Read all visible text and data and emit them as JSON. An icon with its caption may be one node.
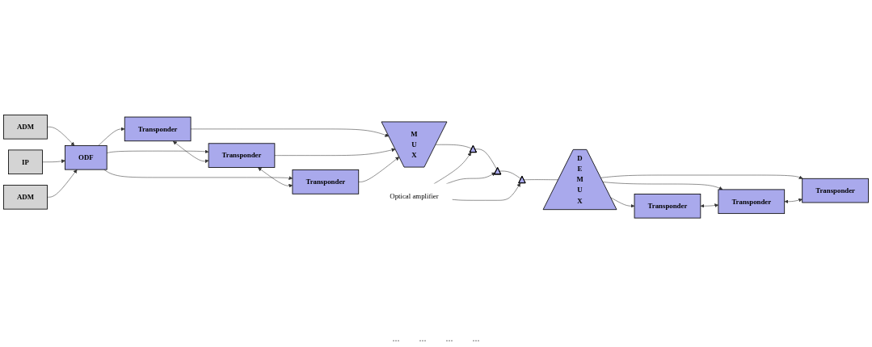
{
  "diagram": {
    "nodes": [
      {
        "text": [
          "ADM"
        ]
      },
      {
        "text": [
          "IP"
        ]
      },
      {
        "text": [
          "ADM"
        ]
      },
      {
        "text": [
          "ODF"
        ]
      },
      {
        "text": [
          "Transponder"
        ]
      },
      {
        "text": [
          "Transponder"
        ]
      },
      {
        "text": [
          "Transponder"
        ]
      },
      {
        "text": [
          "M U X"
        ]
      },
      {
        "text": [],
        "shape": "triangle"
      },
      {
        "text": [],
        "shape": "triangle"
      },
      {
        "text": [],
        "shape": "triangle"
      },
      {
        "text": [
          "D E M U X"
        ]
      },
      {
        "text": [
          "Transponder"
        ]
      },
      {
        "text": [
          "Transponder"
        ]
      },
      {
        "text": [
          "Transponder"
        ]
      },
      {
        "text": [
          "Optical amplifier"
        ]
      }
    ],
    "edges": [
      {
        "from": 0,
        "to": 3,
        "arrow": "to"
      },
      {
        "from": 1,
        "to": 3,
        "arrow": "to"
      },
      {
        "from": 2,
        "to": 3,
        "arrow": "to"
      },
      {
        "from": 3,
        "to": 4,
        "arrow": "to"
      },
      {
        "from": 3,
        "to": 5,
        "arrow": "to"
      },
      {
        "from": 3,
        "to": 6,
        "arrow": "to"
      },
      {
        "from": 4,
        "to": 5,
        "arrow": "both"
      },
      {
        "from": 5,
        "to": 6,
        "arrow": "both"
      },
      {
        "from": 4,
        "to": 7,
        "arrow": "to"
      },
      {
        "from": 5,
        "to": 7,
        "arrow": "to"
      },
      {
        "from": 6,
        "to": 7,
        "arrow": "to"
      },
      {
        "from": 7,
        "to": 8,
        "arrow": "none"
      },
      {
        "from": 8,
        "to": 9,
        "arrow": "none"
      },
      {
        "from": 9,
        "to": 10,
        "arrow": "none"
      },
      {
        "from": 10,
        "to": 11,
        "arrow": "none"
      },
      {
        "from": 11,
        "to": 12,
        "arrow": "to"
      },
      {
        "from": 11,
        "to": 13,
        "arrow": "to"
      },
      {
        "from": 11,
        "to": 14,
        "arrow": "to"
      },
      {
        "from": 12,
        "to": 13,
        "arrow": "both"
      },
      {
        "from": 13,
        "to": 14,
        "arrow": "both"
      },
      {
        "from": 15,
        "to": 8,
        "arrow": "to"
      },
      {
        "from": 15,
        "to": 9,
        "arrow": "to"
      },
      {
        "from": 15,
        "to": 10,
        "arrow": "to"
      }
    ],
    "labels": [
      "...",
      "...",
      "...",
      "..."
    ]
  }
}
